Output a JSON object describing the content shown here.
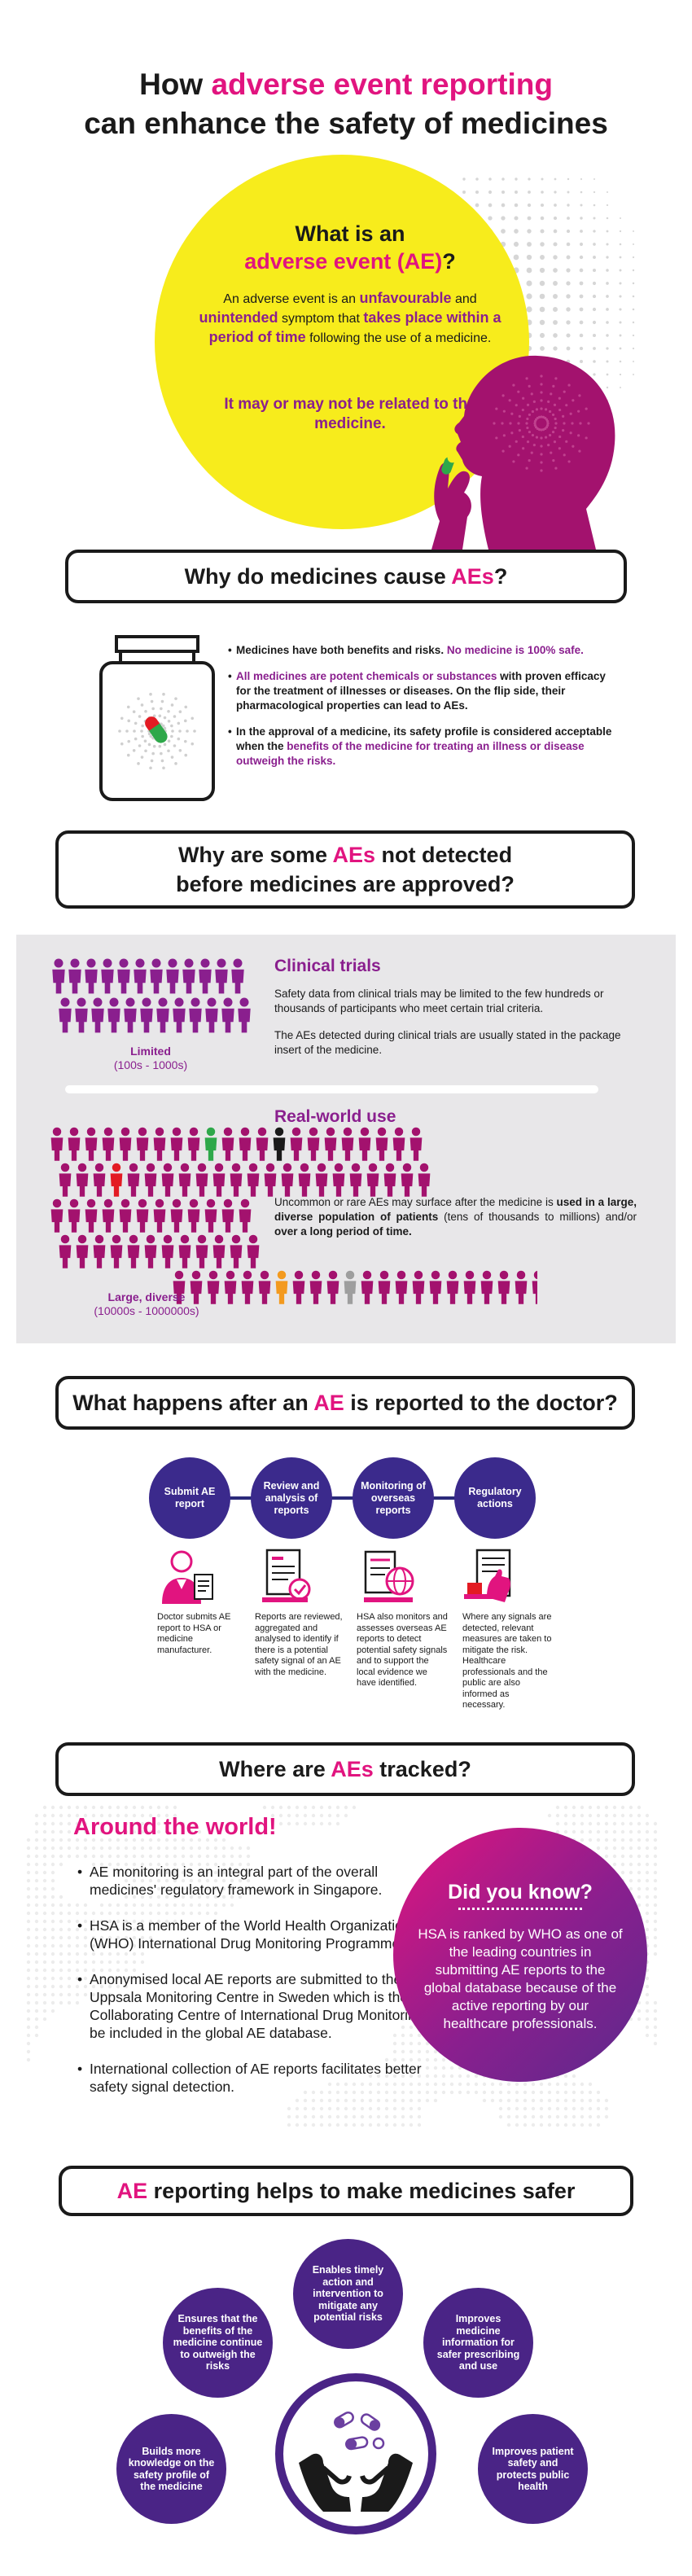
{
  "title": {
    "line1_a": "How ",
    "line1_b": "adverse event reporting",
    "line2": "can enhance the safety of medicines"
  },
  "hero": {
    "question_a": "What is an",
    "question_b": "adverse event (AE)",
    "question_c": "?",
    "def_1": "An adverse event is an ",
    "def_2": "unfavourable",
    "def_3": " and ",
    "def_4": "unintended",
    "def_5": " symptom that ",
    "def_6": "takes place within a period of time",
    "def_7": " following the use of a medicine.",
    "note": "It may or may not be related to the medicine."
  },
  "section1": {
    "title_a": "Why do medicines cause ",
    "title_b": "AEs",
    "title_c": "?",
    "points": [
      {
        "a": "Medicines have both benefits and risks. ",
        "b": "No medicine is 100% safe.",
        "c": ""
      },
      {
        "a": "",
        "b": "All medicines are potent chemicals or substances",
        "c": " with proven efficacy for the treatment of illnesses or diseases. On the flip side, their pharmacological properties can lead to AEs."
      },
      {
        "a": "In the approval of a medicine, its safety profile is considered acceptable when the ",
        "b": "benefits of the medicine for treating an illness or disease outweigh the risks.",
        "c": ""
      }
    ]
  },
  "section2": {
    "title_a": "Why are some ",
    "title_b": "AEs",
    "title_c": " not detected",
    "title_d": "before medicines are approved?",
    "clinical": {
      "label_a": "Limited",
      "label_b": "(100s - 1000s)",
      "title": "Clinical trials",
      "text1": "Safety data from clinical trials may be limited to the few hundreds or thousands of participants who meet certain trial criteria.",
      "text2": "The AEs detected during clinical trials are usually stated in the package insert of the medicine."
    },
    "realworld": {
      "title": "Real-world use",
      "text_a": "Uncommon or rare AEs may surface after the medicine is ",
      "text_b": "used in a large, diverse population of patients",
      "text_c": " (tens of thousands to millions) and/or ",
      "text_d": "over a long period of time.",
      "label_a": "Large, diverse",
      "label_b": "(10000s - 1000000s)"
    }
  },
  "section3": {
    "title_a": "What happens after an ",
    "title_b": "AE",
    "title_c": " is reported to the doctor?",
    "steps": [
      {
        "label": "Submit AE report",
        "text": "Doctor submits AE report to HSA or medicine manufacturer."
      },
      {
        "label": "Review and analysis of reports",
        "text": "Reports are reviewed, aggregated and analysed to identify if there is a potential safety signal of an AE with the medicine."
      },
      {
        "label": "Monitoring of overseas reports",
        "text": "HSA also monitors and assesses overseas AE reports to detect potential safety signals and to support the local evidence we have identified."
      },
      {
        "label": "Regulatory actions",
        "text": "Where any signals are detected, relevant measures are taken to mitigate the risk. Healthcare professionals and the public are also informed as necessary."
      }
    ]
  },
  "section4": {
    "title_a": "Where are ",
    "title_b": "AEs",
    "title_c": " tracked?",
    "around": "Around the world!",
    "points": [
      "AE monitoring is an integral part of the overall medicines' regulatory framework in Singapore.",
      "HSA is a member of the World Health Organization (WHO) International Drug Monitoring Programme.",
      "Anonymised local AE reports are submitted to the Uppsala Monitoring Centre in Sweden which is the WHO Collaborating Centre of International Drug Monitoring, to be included in the global AE database.",
      "International collection of AE reports facilitates better safety signal detection."
    ],
    "dyk_title": "Did you know?",
    "dyk_text": "HSA is ranked by WHO as one of the leading countries in submitting AE reports to the global database because of the active reporting by our healthcare professionals."
  },
  "section5": {
    "title_a": "AE",
    "title_b": " reporting helps to make medicines safer",
    "benefits": {
      "top": "Enables timely action and intervention to mitigate any potential risks",
      "left": "Ensures that the benefits of the medicine continue to outweigh the risks",
      "right": "Improves medicine information for safer prescribing and use",
      "bottom_left": "Builds more knowledge on the safety profile of the medicine",
      "bottom_right": "Improves patient safety and protects public health"
    }
  },
  "colors": {
    "magenta": "#e1147f",
    "purple": "#8a1f8e",
    "navy": "#3b2a8c",
    "yellow": "#f7ec1c"
  }
}
